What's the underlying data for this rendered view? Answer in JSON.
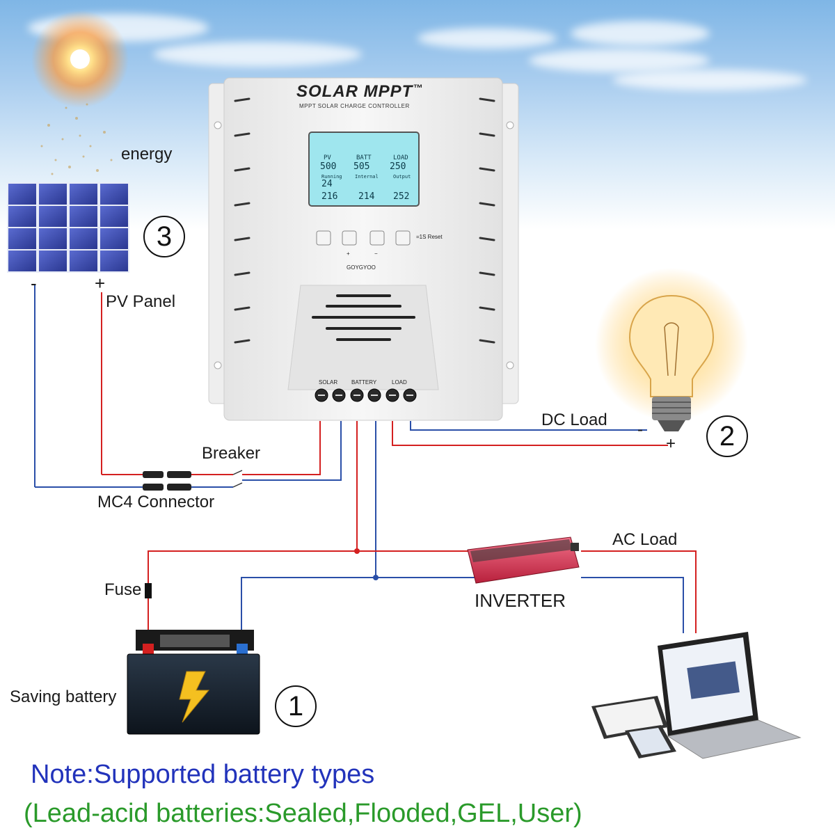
{
  "controller": {
    "brand": "SOLAR MPPT",
    "trademark": "™",
    "subtitle": "MPPT SOLAR CHARGE CONTROLLER",
    "buttons": [
      "",
      "+",
      "−",
      ""
    ],
    "reset_hint": "=1S Reset",
    "brand_small": "GOYGYOO",
    "terminals": [
      "SOLAR",
      "BATTERY",
      "LOAD"
    ],
    "lcd": {
      "row1": [
        "PV",
        "BATT",
        "LOAD"
      ],
      "row2": [
        "500",
        "505",
        "250"
      ],
      "row3": [
        "Running",
        "Internal",
        "Output"
      ],
      "row4": [
        "24",
        "",
        ""
      ],
      "row5": [
        "216",
        "214",
        "252"
      ]
    }
  },
  "labels": {
    "energy": "energy",
    "pv_panel": "PV Panel",
    "pv_minus": "-",
    "pv_plus": "+",
    "breaker": "Breaker",
    "mc4": "MC4 Connector",
    "dc_load": "DC Load",
    "dc_minus": "-",
    "dc_plus": "+",
    "fuse": "Fuse",
    "inverter": "INVERTER",
    "ac_load": "AC Load",
    "saving_battery": "Saving battery"
  },
  "numbers": {
    "battery": "1",
    "bulb": "2",
    "panel": "3"
  },
  "note": {
    "line1": "Note:Supported battery types",
    "line2": "(Lead-acid batteries:Sealed,Flooded,GEL,User)"
  },
  "colors": {
    "positive_wire": "#d42020",
    "negative_wire": "#2a4fa8",
    "note_blue": "#2233bb",
    "note_green": "#2a9a2a",
    "lcd": "#9fe6ee",
    "inverter": "#d8334f"
  },
  "icons": [
    "sun-icon",
    "solar-panel-icon",
    "light-bulb-icon",
    "battery-icon",
    "lightning-icon",
    "laptop-icon",
    "tablet-icon",
    "phone-icon",
    "inverter-icon"
  ]
}
